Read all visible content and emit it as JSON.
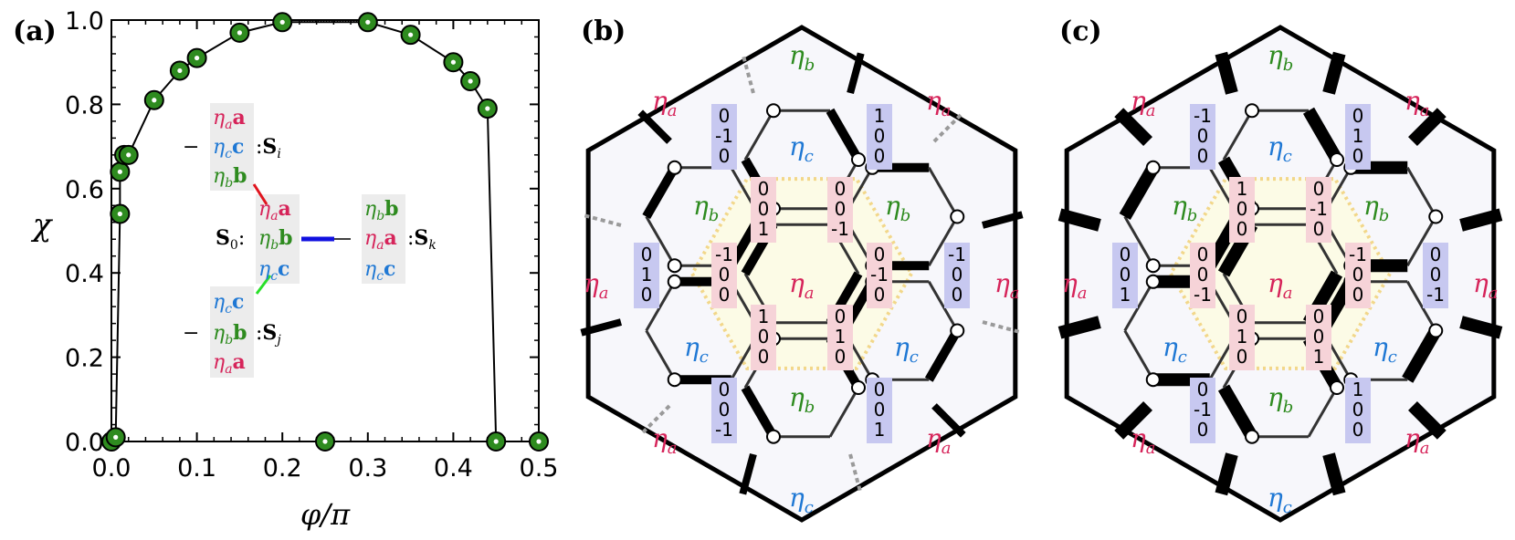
{
  "colors": {
    "marker_fill": "#2e8b1f",
    "a": "#d6245a",
    "b": "#2e8b1f",
    "c": "#1f78d4",
    "blue_box": "#c7c8f0",
    "pink_box": "#f6d3d8",
    "hex_fill": "#fcfbe6",
    "hex_border": "#f2d78a",
    "outer_fill": "#f7f7fb"
  },
  "panels": {
    "a": "(a)",
    "b": "(b)",
    "c": "(c)"
  },
  "chart_data": {
    "type": "scatter",
    "xlabel": "φ/π",
    "ylabel": "χ",
    "xlim": [
      0.0,
      0.5
    ],
    "ylim": [
      0.0,
      1.0
    ],
    "xticks": [
      "0.0",
      "0.1",
      "0.2",
      "0.3",
      "0.4",
      "0.5"
    ],
    "yticks": [
      "0.0",
      "0.2",
      "0.4",
      "0.6",
      "0.8",
      "1.0"
    ],
    "x_tick_values": [
      0.0,
      0.1,
      0.2,
      0.3,
      0.4,
      0.5
    ],
    "y_tick_values": [
      0.0,
      0.2,
      0.4,
      0.6,
      0.8,
      1.0
    ],
    "series": [
      {
        "x": [
          0.0,
          0.005,
          0.01,
          0.01,
          0.015,
          0.02,
          0.05,
          0.08,
          0.1,
          0.15,
          0.2,
          0.3,
          0.35,
          0.4,
          0.42,
          0.44
        ],
        "y": [
          0.0,
          0.01,
          0.54,
          0.64,
          0.68,
          0.68,
          0.81,
          0.88,
          0.91,
          0.97,
          0.995,
          0.995,
          0.965,
          0.9,
          0.855,
          0.79
        ]
      },
      {
        "x": [
          0.25,
          0.45,
          0.5
        ],
        "y": [
          0.0,
          0.0,
          0.0
        ]
      }
    ],
    "curve": {
      "x": [
        0.0,
        0.005,
        0.01,
        0.01,
        0.015,
        0.02,
        0.05,
        0.08,
        0.1,
        0.15,
        0.2,
        0.3,
        0.35,
        0.4,
        0.42,
        0.44,
        0.45,
        0.5
      ],
      "y": [
        0.0,
        0.01,
        0.54,
        0.64,
        0.68,
        0.68,
        0.81,
        0.88,
        0.91,
        0.97,
        0.995,
        0.995,
        0.965,
        0.9,
        0.855,
        0.79,
        0.0,
        0.0
      ]
    }
  },
  "inset": {
    "si": "S",
    "si_sub": "i",
    "sj": "S",
    "sj_sub": "j",
    "sk": "S",
    "sk_sub": "k",
    "s0": "S",
    "s0_sub": "0",
    "minus": "−",
    "colon": ":",
    "eta": "η",
    "a": "a",
    "b": "b",
    "c": "c"
  },
  "eta_labels": {
    "a": "a",
    "b": "b",
    "c": "c"
  },
  "panel_b": {
    "outer_labels": [
      {
        "t": "b"
      },
      {
        "t": "a"
      },
      {
        "t": "a"
      },
      {
        "t": "a"
      },
      {
        "t": "a"
      },
      {
        "t": "a"
      },
      {
        "t": "a"
      },
      {
        "t": "c"
      }
    ],
    "inner_labels": [
      {
        "t": "c"
      },
      {
        "t": "b"
      },
      {
        "t": "b"
      },
      {
        "t": "a"
      },
      {
        "t": "c"
      },
      {
        "t": "c"
      },
      {
        "t": "b"
      }
    ],
    "vectors": [
      {
        "v": [
          "0",
          "-1",
          "0"
        ],
        "kind": "blue"
      },
      {
        "v": [
          "1",
          "0",
          "0"
        ],
        "kind": "blue"
      },
      {
        "v": [
          "0",
          "1",
          "0"
        ],
        "kind": "blue"
      },
      {
        "v": [
          "-1",
          "0",
          "0"
        ],
        "kind": "blue"
      },
      {
        "v": [
          "0",
          "0",
          "-1"
        ],
        "kind": "blue"
      },
      {
        "v": [
          "0",
          "0",
          "1"
        ],
        "kind": "blue"
      },
      {
        "v": [
          "0",
          "0",
          "1"
        ],
        "kind": "pink"
      },
      {
        "v": [
          "0",
          "0",
          "-1"
        ],
        "kind": "pink"
      },
      {
        "v": [
          "-1",
          "0",
          "0"
        ],
        "kind": "pink"
      },
      {
        "v": [
          "0",
          "1",
          "0"
        ],
        "kind": "pink"
      },
      {
        "v": [
          "1",
          "0",
          "0"
        ],
        "kind": "pink"
      },
      {
        "v": [
          "0",
          "-1",
          "0"
        ],
        "kind": "pink"
      }
    ]
  },
  "panel_c": {
    "vectors": [
      {
        "v": [
          "-1",
          "0",
          "0"
        ],
        "kind": "blue"
      },
      {
        "v": [
          "0",
          "1",
          "0"
        ],
        "kind": "blue"
      },
      {
        "v": [
          "0",
          "0",
          "1"
        ],
        "kind": "blue"
      },
      {
        "v": [
          "0",
          "0",
          "-1"
        ],
        "kind": "blue"
      },
      {
        "v": [
          "0",
          "-1",
          "0"
        ],
        "kind": "blue"
      },
      {
        "v": [
          "1",
          "0",
          "0"
        ],
        "kind": "blue"
      },
      {
        "v": [
          "1",
          "0",
          "0"
        ],
        "kind": "pink"
      },
      {
        "v": [
          "0",
          "-1",
          "0"
        ],
        "kind": "pink"
      },
      {
        "v": [
          "0",
          "0",
          "-1"
        ],
        "kind": "pink"
      },
      {
        "v": [
          "0",
          "0",
          "1"
        ],
        "kind": "pink"
      },
      {
        "v": [
          "0",
          "1",
          "0"
        ],
        "kind": "pink"
      },
      {
        "v": [
          "-1",
          "0",
          "0"
        ],
        "kind": "pink"
      }
    ]
  }
}
